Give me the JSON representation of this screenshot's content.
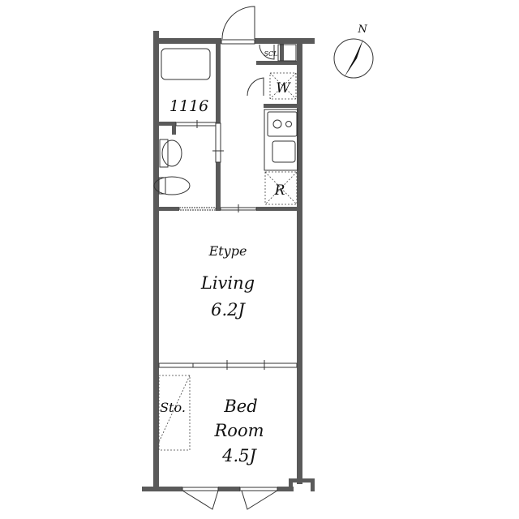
{
  "plan": {
    "type_label": "Etype",
    "unit_number": "1116",
    "rooms": {
      "living": {
        "name": "Living",
        "size": "6.2J"
      },
      "bedroom": {
        "name_line1": "Bed",
        "name_line2": "Room",
        "size": "4.5J"
      }
    },
    "fixtures": {
      "storage": "Sto.",
      "washer": "W",
      "refrigerator": "R",
      "shoe_closet": "SCL"
    },
    "compass": {
      "north": "N"
    },
    "colors": {
      "wall": "#5a5a5a",
      "line": "#333333"
    }
  }
}
